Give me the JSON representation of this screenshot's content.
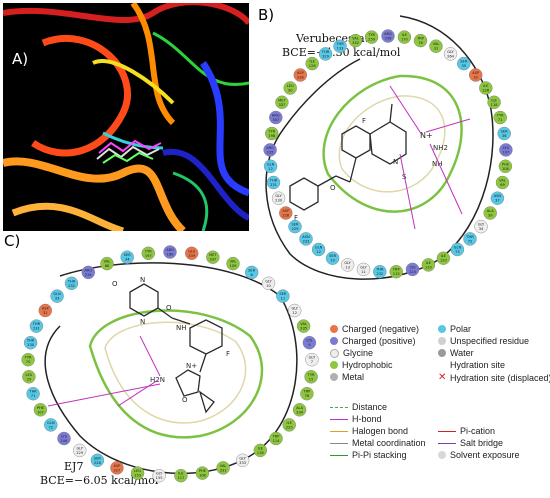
{
  "panels": {
    "a": {
      "label": "A)"
    },
    "b": {
      "label": "B)",
      "ligand": "Verubecestat",
      "bce": "BCE=−4.30 kcal/mol"
    },
    "c": {
      "label": "C)",
      "ligand": "EJ7",
      "bce": "BCE=−6.05 kcal/mol"
    }
  },
  "residues_b": [
    "ARG 256",
    "ILE 170",
    "TRP 76",
    "VAL 31",
    "GLY 264",
    "SER 35",
    "ASP 32",
    "ILE 226",
    "ILE 118",
    "TYR 71",
    "SER 36",
    "LYS 107",
    "PHE 108",
    "VAL 69",
    "ASN 37",
    "ALA 39",
    "GLY 34",
    "THR 72",
    "GLN 73",
    "ILE 120",
    "ILE 110",
    "LYS 224",
    "TRP 115",
    "THR 232",
    "GLY 11",
    "GLY 13",
    "SER 10",
    "GLN 12",
    "ASN 233",
    "SER 229",
    "ASP 228",
    "GLY 230",
    "THR 231",
    "GLN 12",
    "ARG 235",
    "TYR 198",
    "ARG 307",
    "MET 337",
    "LEU 30",
    "ASP 228",
    "ILE 126",
    "THR 329",
    "THR 133",
    "VAL 332",
    "TYR 259"
  ],
  "residues_c": [
    "ARG 189",
    "GLU 339",
    "MET 337",
    "VAL 109",
    "SER 8",
    "GLY 10",
    "SER 11",
    "GLY 12",
    "VAL 335",
    "LYS 9",
    "GLY 7",
    "TYR 15",
    "TRP 76",
    "ALA 334",
    "ILE 225",
    "TRP 114",
    "ILE 118",
    "GLY 333",
    "VAL 331",
    "PHE 108",
    "ILE 117",
    "GLY 155",
    "LEU 153",
    "ASP 227",
    "SER 228",
    "GLY 229",
    "LYS 106",
    "GLN 72",
    "PHE 107",
    "THR 71",
    "LEU 29",
    "TYR 70",
    "THR 230",
    "THR 231",
    "ASP 31",
    "GLN 33",
    "THR 232",
    "ARG 234",
    "VAL 68",
    "SER 34",
    "TYR 197"
  ],
  "legend": {
    "charged_negative": "Charged (negative)",
    "charged_positive": "Charged (positive)",
    "glycine": "Glycine",
    "hydrophobic": "Hydrophobic",
    "metal": "Metal",
    "polar": "Polar",
    "unspecified": "Unspecified residue",
    "water": "Water",
    "hydration_site": "Hydration site",
    "hydration_displaced": "Hydration site (displaced)",
    "distance": "Distance",
    "hbond": "H-bond",
    "halogen": "Halogen bond",
    "metal_coord": "Metal coordination",
    "pipi": "Pi-Pi stacking",
    "pication": "Pi-cation",
    "salt_bridge": "Salt bridge",
    "solvent": "Solvent exposure"
  },
  "colors": {
    "negative": "#e8754a",
    "positive": "#7b7bd6",
    "glycine": "#eeeeee",
    "hydrophobic": "#8ec63f",
    "polar": "#57c8e6",
    "pocket_green": "#7cc242",
    "ligand": "#2a2a2a"
  },
  "atoms_b": {
    "n_plus": "N+",
    "nh2": "NH2",
    "nh": "NH",
    "n": "N",
    "f": "F",
    "o": "O",
    "s": "S"
  },
  "atoms_c": {
    "o": "O",
    "n": "N",
    "nh": "NH",
    "n_plus": "N+",
    "h2n": "H2N",
    "f": "F"
  }
}
